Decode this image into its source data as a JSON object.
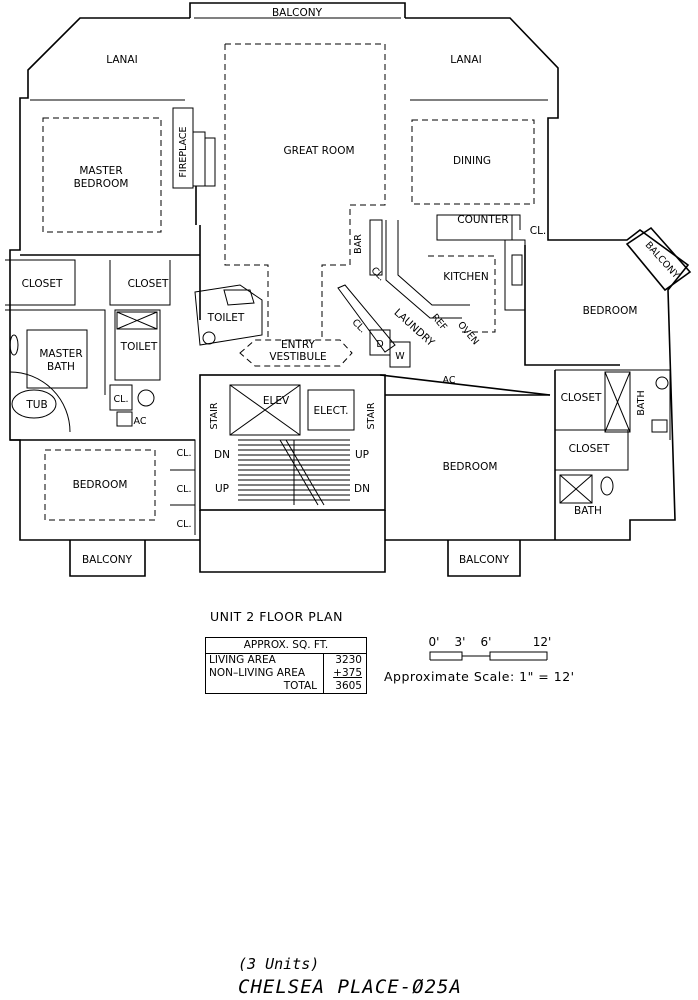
{
  "rooms": {
    "balcony_top": "BALCONY",
    "lanai_left": "LANAI",
    "lanai_right": "LANAI",
    "great_room": "GREAT ROOM",
    "dining": "DINING",
    "fireplace": "FIREPLACE",
    "master_bedroom_1": "MASTER",
    "master_bedroom_2": "BEDROOM",
    "counter": "COUNTER",
    "cl_kitchen": "CL.",
    "bar": "BAR",
    "balcony_right": "BALCONY",
    "closet_left": "CLOSET",
    "closet_mid": "CLOSET",
    "kitchen": "KITCHEN",
    "bedroom_right": "BEDROOM",
    "cl_laundry": "CL.",
    "ref": "REF",
    "oven": "OVEN",
    "laundry": "LAUNDRY",
    "toilet_left": "TOILET",
    "toilet_mid": "TOILET",
    "entry_1": "ENTRY",
    "entry_2": "VESTIBULE",
    "dryer": "D",
    "washer": "W",
    "ac_laundry": "AC",
    "master_bath_1": "MASTER",
    "master_bath_2": "BATH",
    "tub": "TUB",
    "cl_bath": "CL.",
    "ac_bath": "AC",
    "elev": "ELEV",
    "elect": "ELECT.",
    "stair_left": "STAIR",
    "stair_right": "STAIR",
    "closet_right_1": "CLOSET",
    "bath_right_1": "BATH",
    "closet_right_2": "CLOSET",
    "bedroom_mid": "BEDROOM",
    "bedroom_left": "BEDROOM",
    "cl_1": "CL.",
    "cl_2": "CL.",
    "cl_3": "CL.",
    "dn_left": "DN",
    "up_left": "UP",
    "up_right": "UP",
    "dn_right": "DN",
    "bath_right_2": "BATH",
    "balcony_bottom_left": "BALCONY",
    "balcony_bottom_right": "BALCONY"
  },
  "title": "UNIT 2 FLOOR PLAN",
  "sqft_table": {
    "header": "APPROX. SQ. FT.",
    "rows": [
      {
        "label": "LIVING AREA",
        "value": "3230"
      },
      {
        "label": "NON–LIVING AREA",
        "value": "+375"
      },
      {
        "label": "TOTAL",
        "value": "3605"
      }
    ]
  },
  "scale": {
    "ticks": [
      "0'",
      "3'",
      "6'",
      "12'"
    ],
    "text": "Approximate Scale: 1\" = 12'"
  },
  "units_note": "(3 Units)",
  "project_code": "CHELSEA PLACE-Ø25A"
}
